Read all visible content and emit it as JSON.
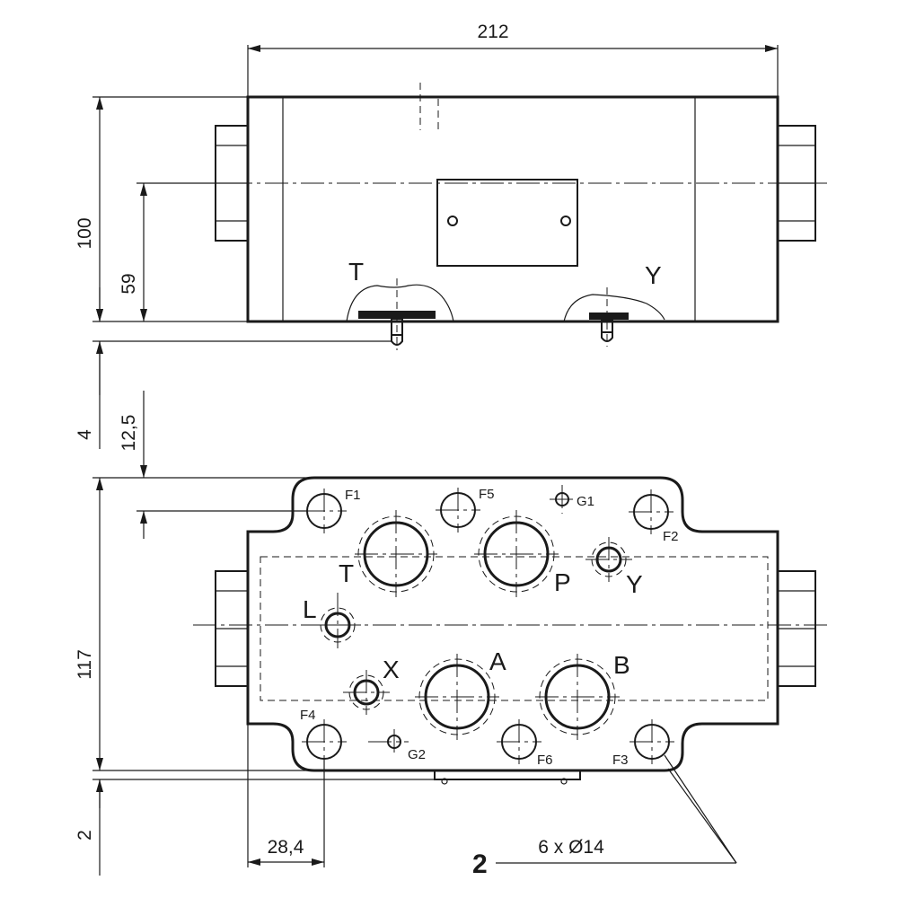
{
  "dimensions": {
    "width_top": "212",
    "height_top": "100",
    "height_center": "59",
    "pin": "4",
    "hole_offset": "12,5",
    "height_bottom": "117",
    "bottom_gap": "2",
    "hole_x": "28,4",
    "holes_spec": "6 x Ø14"
  },
  "ports": {
    "top_T": "T",
    "top_Y": "Y",
    "T": "T",
    "P": "P",
    "Y": "Y",
    "L": "L",
    "X": "X",
    "A": "A",
    "B": "B"
  },
  "holes": {
    "F1": "F1",
    "F2": "F2",
    "F3": "F3",
    "F4": "F4",
    "F5": "F5",
    "F6": "F6",
    "G1": "G1",
    "G2": "G2"
  },
  "callout": "2"
}
